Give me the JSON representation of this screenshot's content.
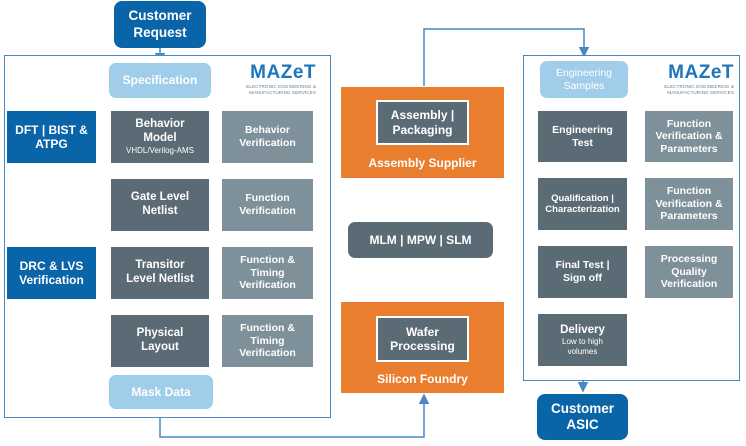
{
  "colors": {
    "navy": "#0a64a8",
    "dark_gray": "#5b6b76",
    "mid_gray": "#7e9099",
    "light_blue": "#9fcdea",
    "orange": "#e97f2e",
    "line_blue": "#4a86c5"
  },
  "start": {
    "line1": "Customer",
    "line2": "Request"
  },
  "end": {
    "line1": "Customer",
    "line2": "ASIC"
  },
  "left_panel": {
    "logo": "MAZeT",
    "logo_sub1": "ELECTRONIC ENGINEERING &",
    "logo_sub2": "MANUFACTURING SERVICES",
    "specification": "Specification",
    "mask_data": "Mask Data",
    "steps": [
      {
        "line1": "Behavior",
        "line2": "Model",
        "sub": "VHDL/Verilog-AMS"
      },
      {
        "line1": "Gate Level",
        "line2": "Netlist"
      },
      {
        "line1": "Transitor",
        "line2": "Level Netlist"
      },
      {
        "line1": "Physical",
        "line2": "Layout"
      }
    ],
    "verifications": [
      {
        "line1": "Behavior",
        "line2": "Verification"
      },
      {
        "line1": "Function",
        "line2": "Verification"
      },
      {
        "line1": "Function &",
        "line2": "Timing",
        "line3": "Verification"
      },
      {
        "line1": "Function &",
        "line2": "Timing",
        "line3": "Verification"
      }
    ],
    "external": [
      {
        "line1": "DFT | BIST &",
        "line2": "ATPG"
      },
      {
        "line1": "DRC & LVS",
        "line2": "Verification"
      }
    ]
  },
  "middle": {
    "assembly": {
      "line1": "Assembly |",
      "line2": "Packaging",
      "caption": "Assembly Supplier"
    },
    "mlm": "MLM | MPW | SLM",
    "foundry": {
      "line1": "Wafer",
      "line2": "Processing",
      "caption": "Silicon Foundry"
    }
  },
  "right_panel": {
    "logo": "MAZeT",
    "logo_sub1": "ELECTRONIC ENGINEERING &",
    "logo_sub2": "MANUFACTURING SERVICES",
    "samples": {
      "line1": "Engineering",
      "line2": "Samples"
    },
    "steps": [
      {
        "line1": "Engineering",
        "line2": "Test"
      },
      {
        "line1": "Qualification |",
        "line2": "Characterization"
      },
      {
        "line1": "Final Test |",
        "line2": "Sign off"
      },
      {
        "line1": "Delivery",
        "sub1": "Low to high",
        "sub2": "volumes"
      }
    ],
    "verifications": [
      {
        "line1": "Function",
        "line2": "Verification &",
        "line3": "Parameters"
      },
      {
        "line1": "Function",
        "line2": "Verification &",
        "line3": "Parameters"
      },
      {
        "line1": "Processing",
        "line2": "Quality",
        "line3": "Verification"
      }
    ]
  }
}
